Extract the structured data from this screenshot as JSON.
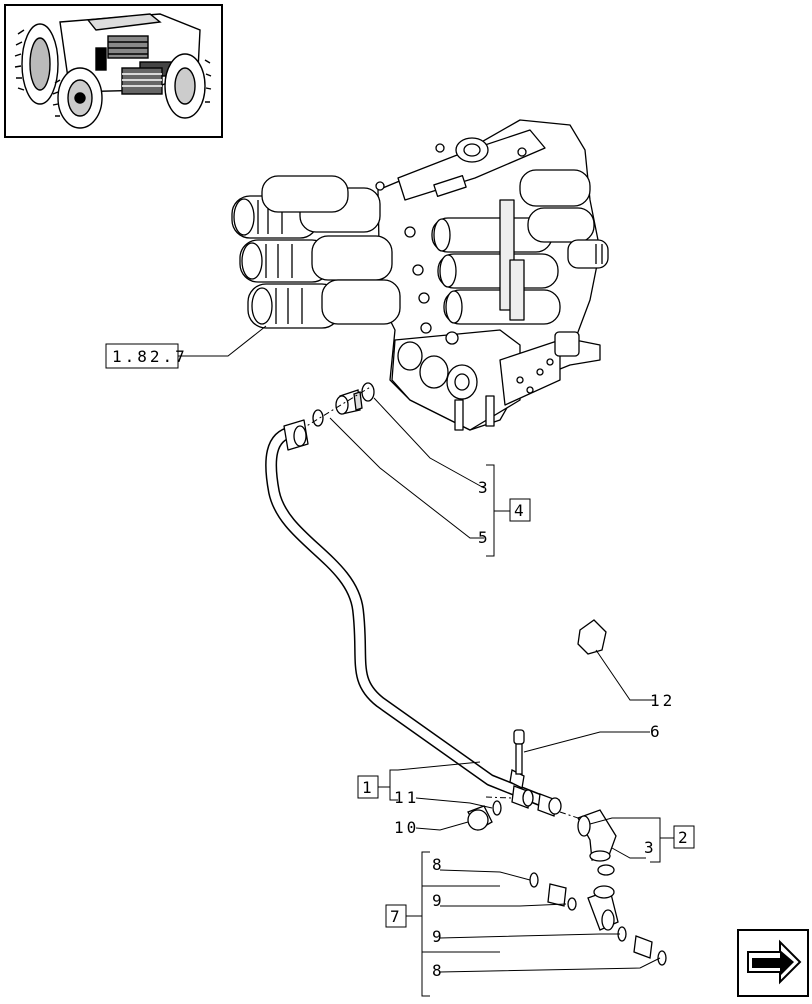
{
  "thumbnail": {
    "icon": "tractor-front-icon"
  },
  "references": {
    "valve_group": "1.82.7"
  },
  "callouts": {
    "c1": "1",
    "c2": "2",
    "c3a": "3",
    "c3b": "3",
    "c4": "4",
    "c5": "5",
    "c6": "6",
    "c7": "7",
    "c8a": "8",
    "c8b": "8",
    "c9a": "9",
    "c9b": "9",
    "c10": "10",
    "c11": "11",
    "c12": "12"
  },
  "nav": {
    "icon": "next-page-arrow-icon"
  }
}
